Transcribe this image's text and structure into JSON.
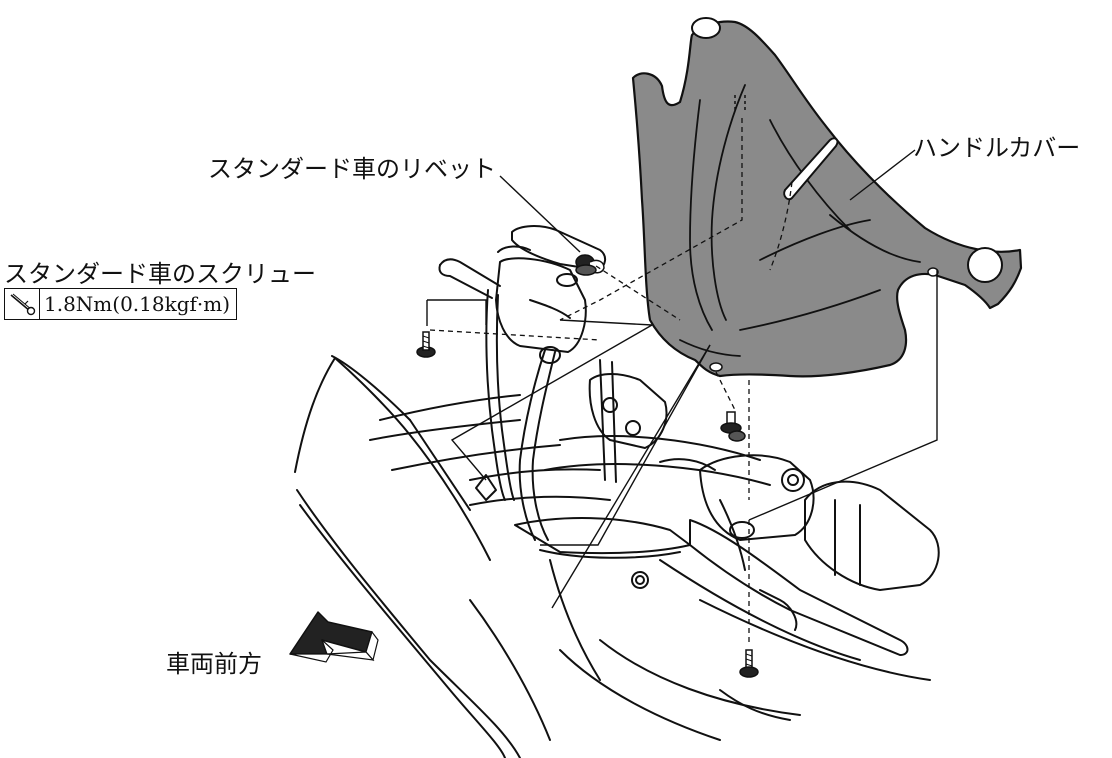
{
  "labels": {
    "rivet": "スタンダード車のリベット",
    "handle_cover": "ハンドルカバー",
    "screw": "スタンダード車のスクリュー",
    "torque": "1.8Nm(0.18kgf·m)",
    "front": "車両前方"
  },
  "icons": {
    "torque": "torque-wrench-icon",
    "front_arrow": "arrow-left-icon"
  },
  "colors": {
    "cover_fill": "#8a8a8a",
    "line": "#111111",
    "background": "#ffffff"
  }
}
